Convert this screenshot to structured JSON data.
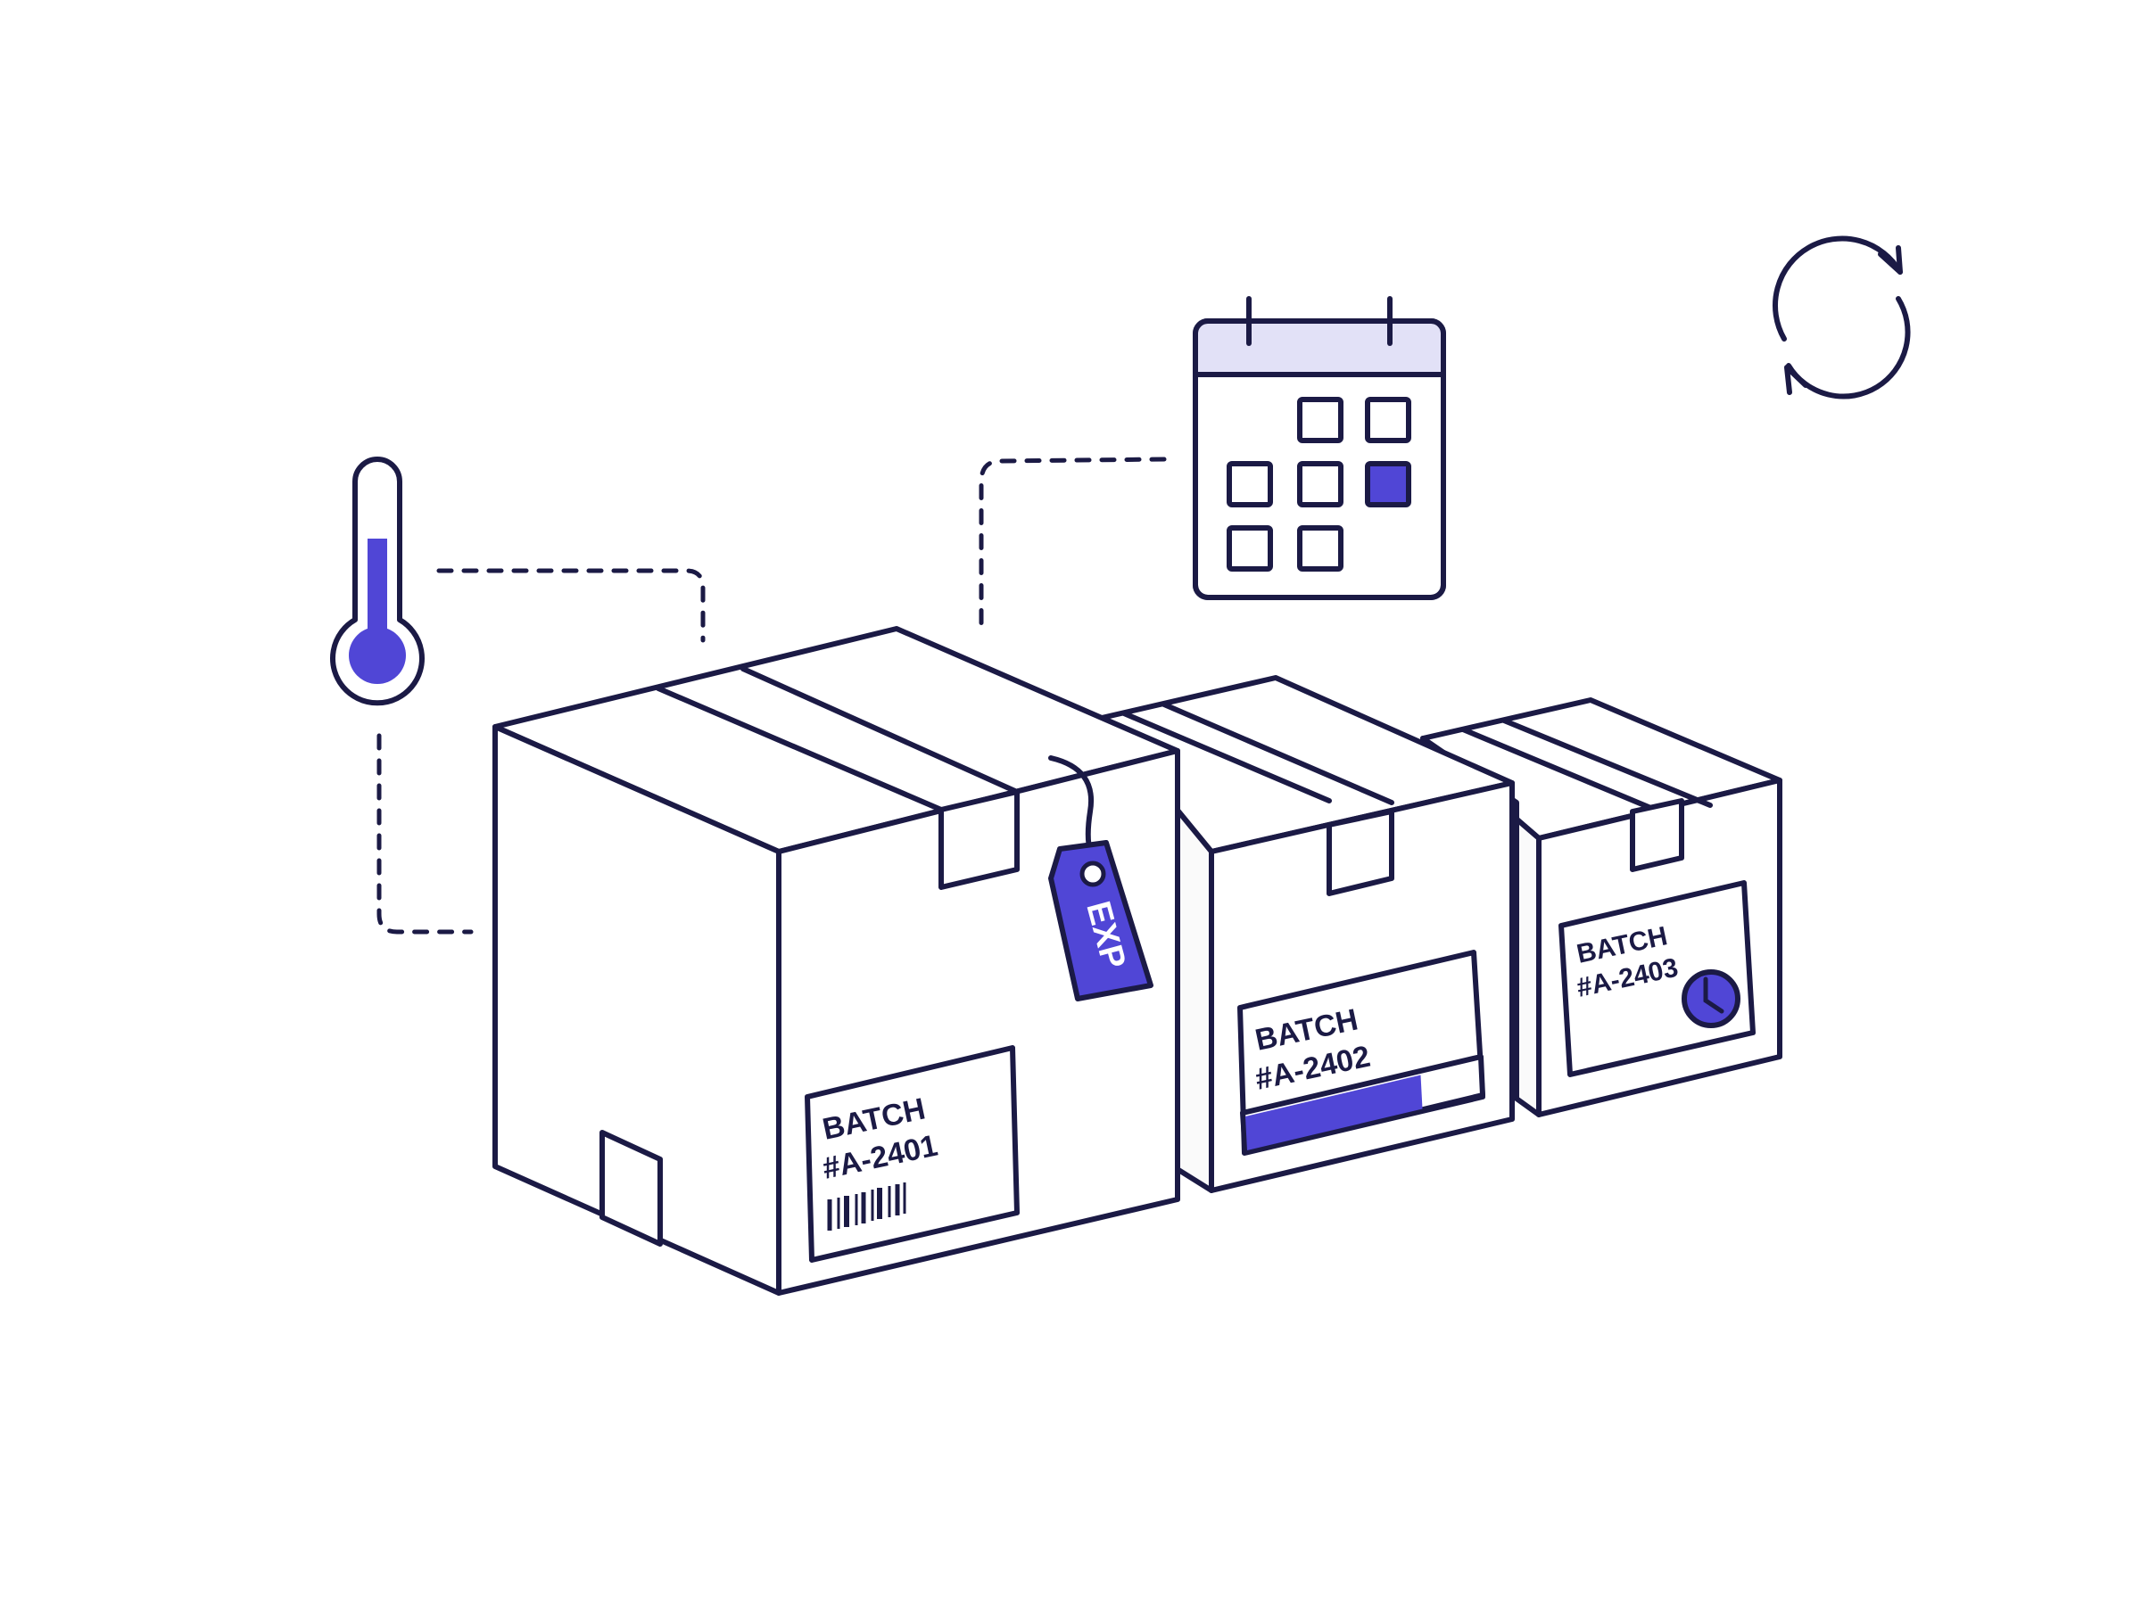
{
  "boxes": [
    {
      "label_line1": "BATCH",
      "label_line2": "#A-2401",
      "feature": "barcode-icon"
    },
    {
      "label_line1": "BATCH",
      "label_line2": "#A-2402",
      "feature": "progress-bar",
      "progress": 0.75
    },
    {
      "label_line1": "BATCH",
      "label_line2": "#A-2403",
      "feature": "clock-icon"
    }
  ],
  "tag": {
    "text": "EXP"
  },
  "icons": [
    "thermometer-icon",
    "calendar-icon",
    "refresh-icon",
    "price-tag-icon"
  ],
  "colors": {
    "accent": "#5046d6",
    "ink": "#1b1a45",
    "calendar_header": "#e2e1f7",
    "background": "#ffffff"
  }
}
